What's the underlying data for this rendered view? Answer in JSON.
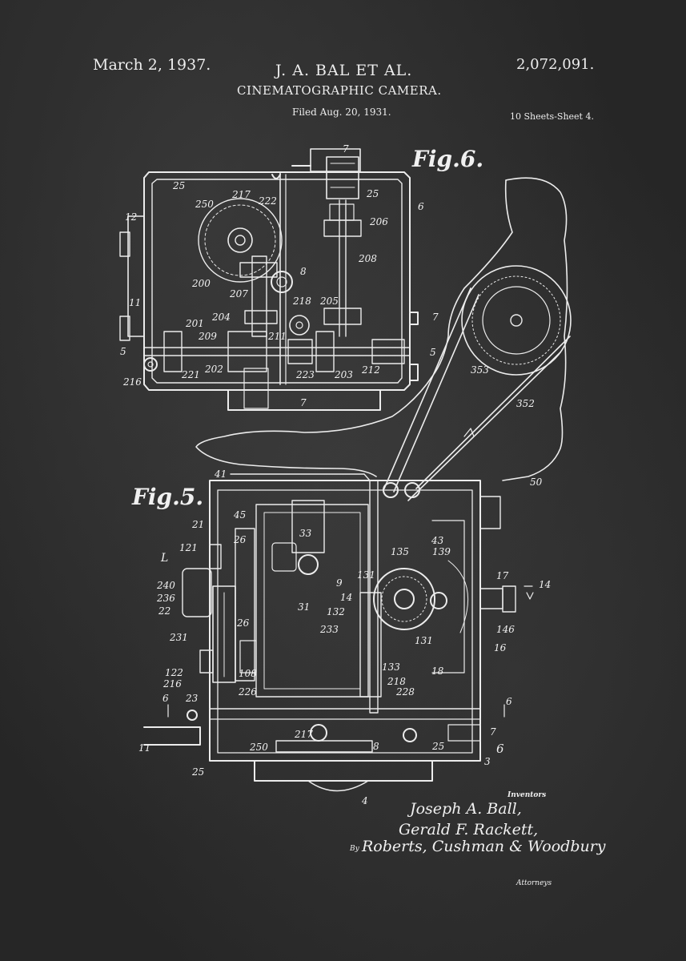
{
  "header": {
    "date": "March 2, 1937.",
    "inventor": "J. A. BAL ET AL.",
    "patent_number": "2,072,091.",
    "title": "CINEMATOGRAPHIC CAMERA.",
    "filed": "Filed Aug. 20, 1931.",
    "sheets": "10 Sheets-Sheet 4."
  },
  "figures": {
    "fig6_label": "Fig.6.",
    "fig5_label": "Fig.5."
  },
  "fig6_numbers": [
    "7",
    "25",
    "25",
    "6",
    "12",
    "250",
    "217",
    "222",
    "206",
    "208",
    "8",
    "200",
    "207",
    "218",
    "205",
    "204",
    "201",
    "209",
    "211",
    "7",
    "5",
    "5",
    "216",
    "221",
    "202",
    "223",
    "203",
    "212",
    "7",
    "11",
    "353",
    "352",
    "50"
  ],
  "fig5_numbers": [
    "41",
    "45",
    "21",
    "121",
    "L",
    "240",
    "236",
    "22",
    "231",
    "122",
    "216",
    "23",
    "6",
    "11",
    "25",
    "26",
    "26",
    "33",
    "31",
    "9",
    "14",
    "131",
    "132",
    "233",
    "135",
    "139",
    "43",
    "17",
    "14",
    "146",
    "131",
    "16",
    "18",
    "133",
    "218",
    "228",
    "108",
    "226",
    "217",
    "250",
    "8",
    "25",
    "6",
    "7",
    "6",
    "3",
    "4"
  ],
  "signature": {
    "inventors_label": "Inventors",
    "name1": "Joseph A. Ball,",
    "name2": "Gerald F. Rackett,",
    "by_label": "By",
    "attorneys_signature": "Roberts, Cushman & Woodbury",
    "attorneys_label": "Attorneys"
  },
  "colors": {
    "background": "#2b2b2b",
    "ink": "#eeeeee"
  }
}
